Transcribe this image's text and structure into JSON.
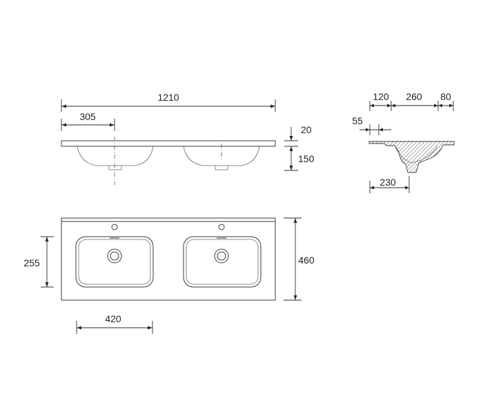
{
  "dimensions": {
    "overall_width": "1210",
    "tap_hole_offset": "305",
    "rim_thickness": "20",
    "basin_depth": "150",
    "basin_length": "255",
    "overall_depth": "460",
    "basin_width": "420",
    "section_back": "120",
    "section_bowl": "260",
    "section_front": "80",
    "section_ledge": "55",
    "section_base": "230"
  }
}
